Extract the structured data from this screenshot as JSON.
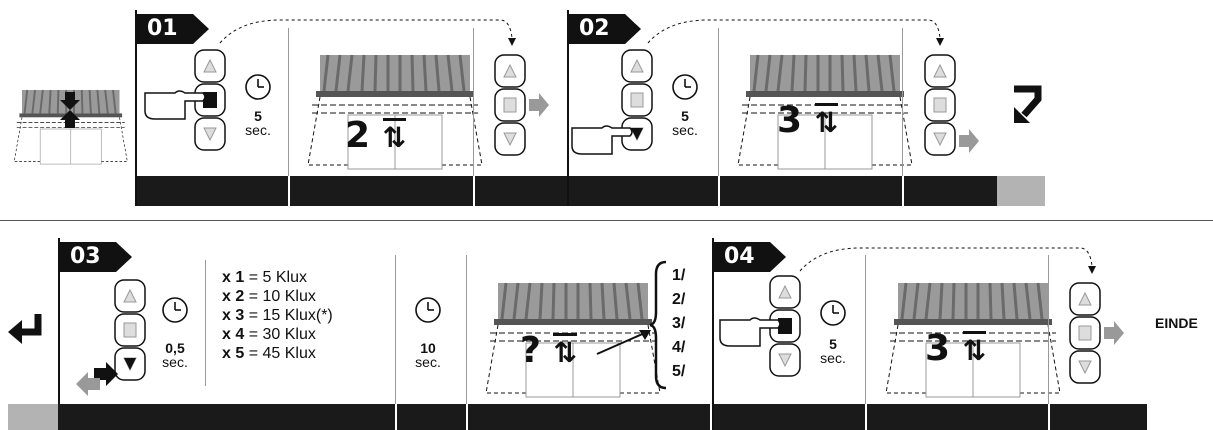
{
  "steps": [
    {
      "badge": "01",
      "time_value": "5",
      "time_unit": "sec.",
      "step_digit": "2"
    },
    {
      "badge": "02",
      "time_value": "5",
      "time_unit": "sec.",
      "step_digit": "3"
    },
    {
      "badge": "03",
      "time_value": "0,5",
      "time_unit": "sec.",
      "wait_value": "10",
      "wait_unit": "sec.",
      "step_digit": "?"
    },
    {
      "badge": "04",
      "time_value": "5",
      "time_unit": "sec.",
      "step_digit": "3"
    }
  ],
  "lux_options": [
    {
      "mult": "x 1",
      "value": "= 5 Klux"
    },
    {
      "mult": "x 2",
      "value": "= 10 Klux"
    },
    {
      "mult": "x 3",
      "value": "= 15 Klux(*)"
    },
    {
      "mult": "x 4",
      "value": "= 30 Klux"
    },
    {
      "mult": "x 5",
      "value": "= 45 Klux"
    }
  ],
  "result_steps": [
    "1/",
    "2/",
    "3/",
    "4/",
    "5/"
  ],
  "end_label": "EINDE",
  "colors": {
    "bar": "#1a1a1a",
    "grey": "#b3b3b3",
    "awning": "#8a8a8a"
  }
}
